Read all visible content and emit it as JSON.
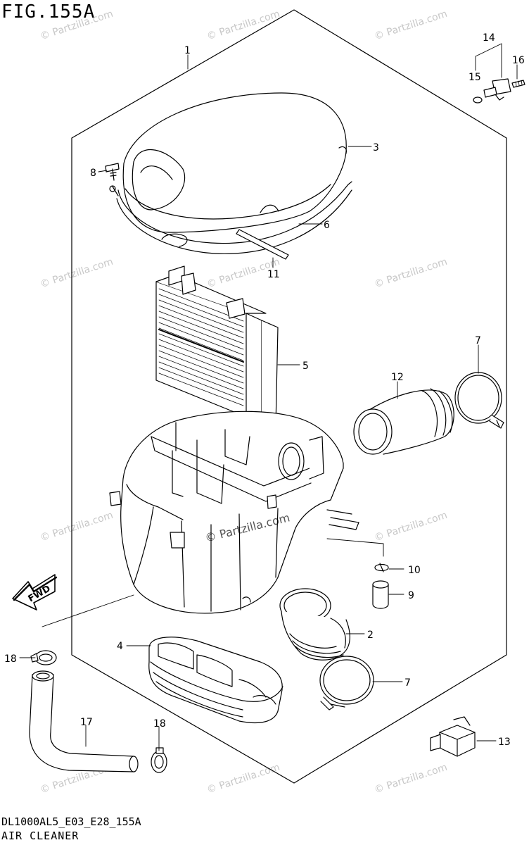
{
  "figure": {
    "title": "FIG.155A",
    "footer_code": "DL1000AL5_E03_E28_155A",
    "footer_name": "AIR CLEANER",
    "watermark": "© Partzilla.com"
  },
  "fwd_label": "FWD",
  "callouts": [
    {
      "id": "1"
    },
    {
      "id": "3"
    },
    {
      "id": "6"
    },
    {
      "id": "8"
    },
    {
      "id": "11"
    },
    {
      "id": "5"
    },
    {
      "id": "12"
    },
    {
      "id": "7"
    },
    {
      "id": "14"
    },
    {
      "id": "15"
    },
    {
      "id": "16"
    },
    {
      "id": "10"
    },
    {
      "id": "9"
    },
    {
      "id": "2"
    },
    {
      "id": "4"
    },
    {
      "id": "7"
    },
    {
      "id": "18"
    },
    {
      "id": "17"
    },
    {
      "id": "18"
    },
    {
      "id": "13"
    }
  ]
}
